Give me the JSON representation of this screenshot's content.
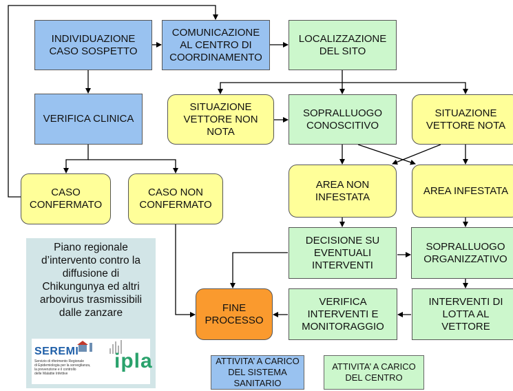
{
  "nodes": {
    "individuazione": "INDIVIDUAZIONE\nCASO SOSPETTO",
    "comunicazione": "COMUNICAZIONE\nAL CENTRO DI\nCOORDINAMENTO",
    "localizzazione": "LOCALIZZAZIONE\nDEL SITO",
    "verifica_clinica": "VERIFICA CLINICA",
    "situazione_non_nota": "SITUAZIONE\nVETTORE NON\nNOTA",
    "sopralluogo_conoscitivo": "SOPRALLUOGO\nCONOSCITIVO",
    "situazione_nota": "SITUAZIONE\nVETTORE NOTA",
    "caso_confermato": "CASO\nCONFERMATO",
    "caso_non_confermato": "CASO NON\nCONFERMATO",
    "area_non_infestata": "AREA NON\nINFESTATA",
    "area_infestata": "AREA INFESTATA",
    "decisione": "DECISIONE SU\nEVENTUALI\nINTERVENTI",
    "sopralluogo_organizzativo": "SOPRALLUOGO\nORGANIZZATIVO",
    "fine_processo": "FINE\nPROCESSO",
    "verifica_interventi": "VERIFICA\nINTERVENTI E\nMONITORAGGIO",
    "interventi_lotta": "INTERVENTI DI\nLOTTA AL\nVETTORE"
  },
  "info_panel": {
    "title": "Piano regionale\nd’intervento contro la\ndiffusione di\nChikungunya ed altri\narbovirus trasmissibili\ndalle zanzare",
    "seremi_logo": "SEREMI",
    "seremi_subtitle": "Servizio di riferimento Regionale\ndi Epidemiologia per la sorveglianza,\nla prevenzione e il controllo\ndelle Malattie Infettive",
    "ipla_logo": "ipla"
  },
  "legend": {
    "sanitario": "ATTIVITA’ A CARICO\nDEL SISTEMA\nSANITARIO",
    "centro": "ATTIVITA’ A CARICO\nDEL CENTRO"
  },
  "colors": {
    "sanitario": "#99c2f0",
    "centro": "#ccf7cc",
    "situazione": "#ffff99",
    "fine": "#fa9a2e",
    "panel": "#d2e5e7"
  }
}
